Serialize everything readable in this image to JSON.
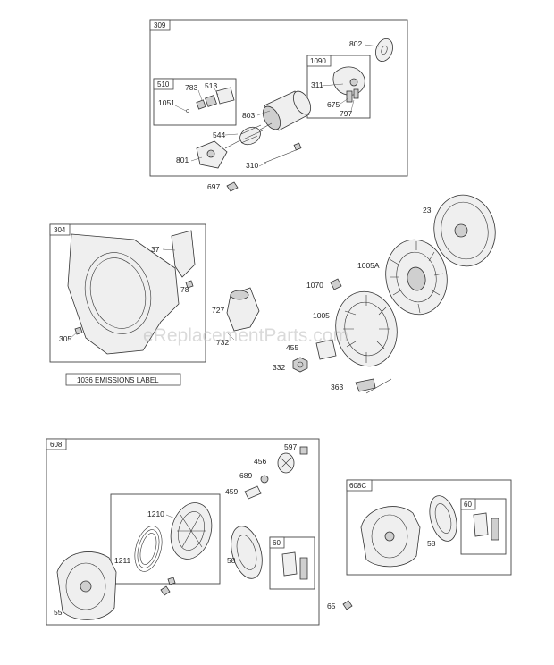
{
  "boxes": {
    "b309": "309",
    "b510": "510",
    "b1090": "1090",
    "b304": "304",
    "b608": "608",
    "b608c": "608C",
    "b60a": "60",
    "b60b": "60"
  },
  "parts": {
    "p802": "802",
    "p311": "311",
    "p675": "675",
    "p797": "797",
    "p783": "783",
    "p513": "513",
    "p1051": "1051",
    "p803": "803",
    "p544": "544",
    "p801": "801",
    "p310": "310",
    "p697": "697",
    "p23": "23",
    "p37": "37",
    "p78": "78",
    "p305": "305",
    "p727": "727",
    "p732": "732",
    "p1005a": "1005A",
    "p1070": "1070",
    "p1005": "1005",
    "p455": "455",
    "p332": "332",
    "p363": "363",
    "p456": "456",
    "p597": "597",
    "p689": "689",
    "p459": "459",
    "p1210": "1210",
    "p1211": "1211",
    "p58a": "58",
    "p58b": "58",
    "p55": "55",
    "p65": "65"
  },
  "emissions_label": "1036 EMISSIONS LABEL",
  "watermark": "eReplacementParts.com"
}
